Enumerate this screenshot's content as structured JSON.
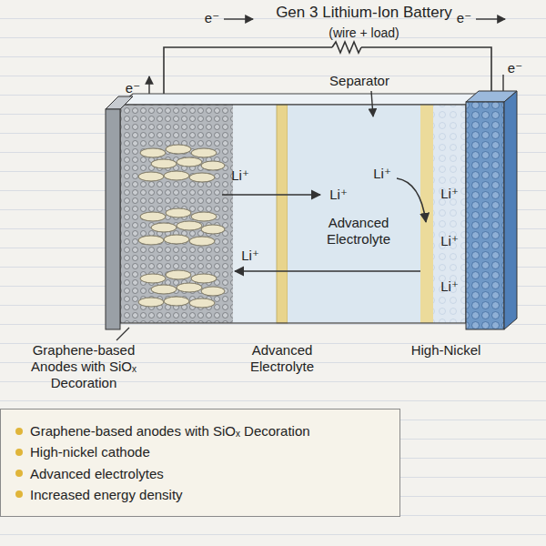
{
  "diagram": {
    "title": "Gen 3 Lithium-Ion Battery",
    "nodes": [
      {
        "text": [
          "Graphene-based anodes with SiOₓ Decoration",
          "High-nickel cathode",
          "Advanced electrolytes",
          "Increased energy density"
        ]
      }
    ],
    "labels": [
      "(wire + load)",
      "e⁻",
      "e⁻",
      "e⁻",
      "e⁻",
      "Separator",
      "Li⁺",
      "Li⁺",
      "Li⁺",
      "Li⁺",
      "Advanced Electrolyte",
      "Li⁺",
      "Li⁺",
      "Li⁺",
      "Graphene-based Anodes with SiOₓ Decoration",
      "Advanced Electrolyte",
      "High-Nickel"
    ]
  }
}
